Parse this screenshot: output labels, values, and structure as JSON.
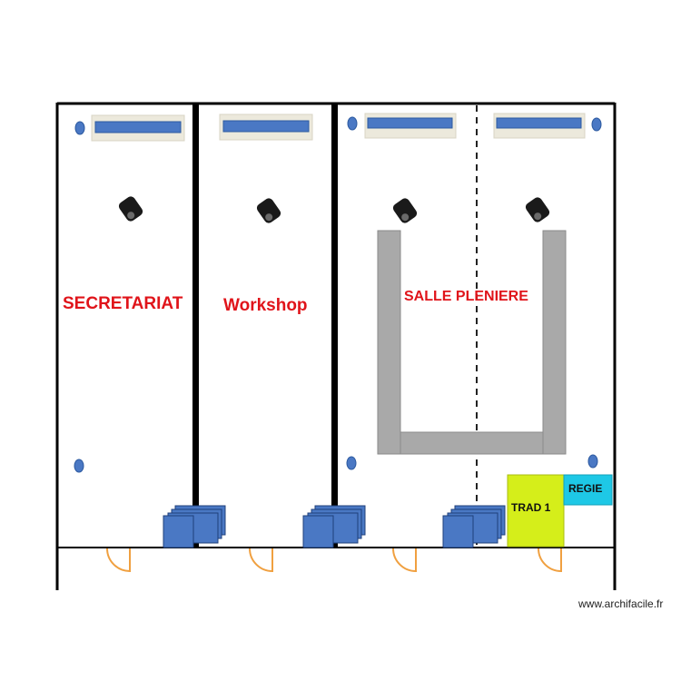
{
  "rooms": {
    "secretariat": "SECRETARIAT",
    "workshop": "Workshop",
    "pleniere": "SALLE PLENIERE"
  },
  "boxes": {
    "trad": "TRAD 1",
    "regie": "REGIE"
  },
  "watermark": "www.archifacile.fr",
  "colors": {
    "label_red": "#e0141a",
    "wall": "#000000",
    "screen_blue": "#4a78c4",
    "table_gray": "#a9a9a9",
    "trad_yellow": "#d5ee1a",
    "regie_cyan": "#1ec8e6",
    "door_orange": "#f0a040"
  },
  "icons": [
    "wall-lamp-icon",
    "projector-icon",
    "screen-icon",
    "chair-stack-icon",
    "door-swing-icon"
  ]
}
